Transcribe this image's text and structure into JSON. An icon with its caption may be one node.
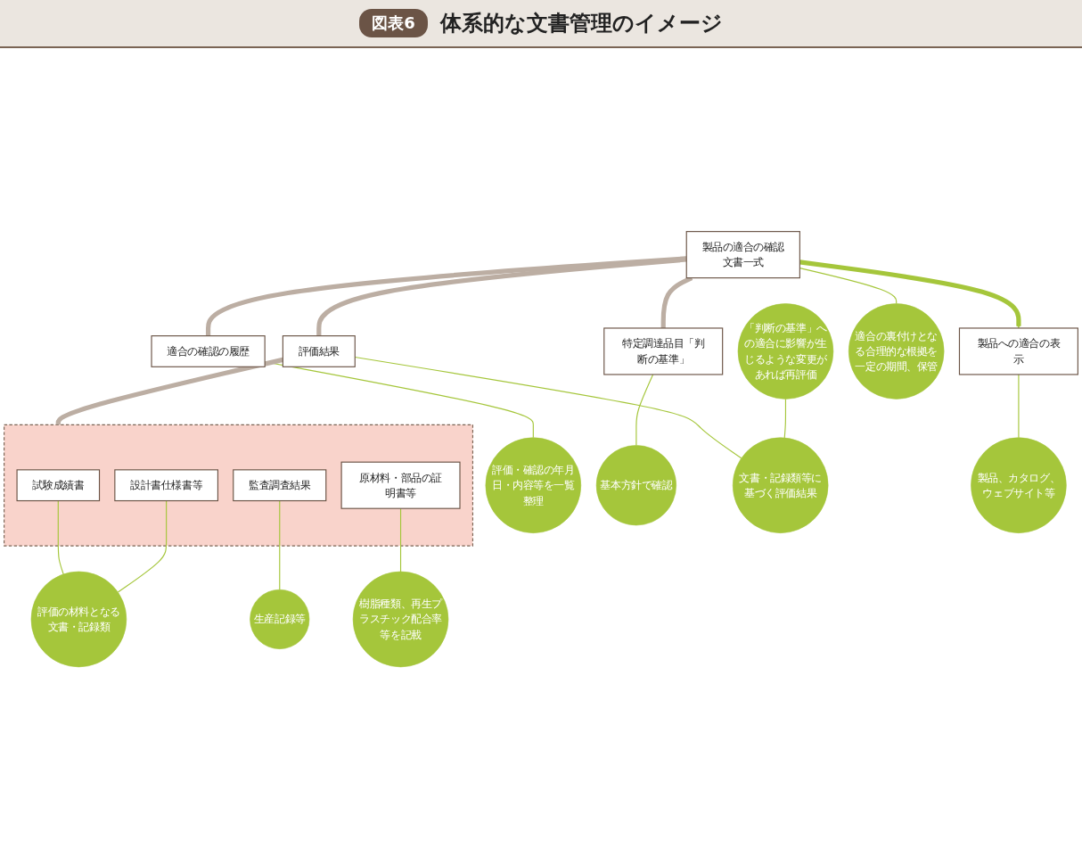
{
  "diagram": {
    "title": "体系的な文書管理のイメージ",
    "nodes": [
      {
        "text": [
          "製品の適合の確認",
          "文書一式"
        ]
      },
      {
        "text": [
          "製品への適合の表示"
        ]
      },
      {
        "text": [
          "適合の確認の履歴"
        ]
      },
      {
        "text": [
          "特定調達品目「判断の基準」"
        ]
      },
      {
        "text": [
          "評価結果"
        ]
      },
      {
        "text": [],
        "shape": "box"
      },
      {
        "text": [
          "試験成績書"
        ],
        "in": 5
      },
      {
        "text": [
          "設計書仕様書等"
        ],
        "in": 5
      },
      {
        "text": [
          "監査調査結果"
        ],
        "in": 5
      },
      {
        "text": [
          "原材料・部品の証明書等"
        ],
        "in": 5
      },
      {
        "text": [
          "評価・確認の年月日・内容等を一覧整理"
        ]
      },
      {
        "text": [
          "基本方針で確認"
        ]
      },
      {
        "text": [
          "評価の材料となる文書・記録類"
        ]
      },
      {
        "text": [
          "適合の裏付けとなる合理的な根拠を一定の期間、保管"
        ]
      },
      {
        "text": [
          "生産記録等"
        ]
      },
      {
        "text": [
          "樹脂種類、再生プラスチック配合率等を記載"
        ]
      },
      {
        "text": [
          "文書・記録類等に基づく評価結果"
        ]
      },
      {
        "text": [
          "「判断の基準」への適合に影響が生じるような変更があれば再評価"
        ]
      },
      {
        "text": [
          "製品、カタログ、ウェブサイト等"
        ]
      }
    ],
    "edges": [
      {
        "from": 0,
        "to": 2,
        "arrow": "none",
        "style": "thick",
        "color": "#bcaea3"
      },
      {
        "from": 0,
        "to": 3,
        "arrow": "none",
        "style": "thick",
        "color": "#bcaea3"
      },
      {
        "from": 0,
        "to": 4,
        "arrow": "none",
        "style": "thick",
        "color": "#bcaea3"
      },
      {
        "from": 4,
        "to": 5,
        "arrow": "none",
        "style": "thick",
        "color": "#bcaea3"
      },
      {
        "from": 0,
        "to": 1,
        "arrow": "to",
        "style": "thick",
        "color": "#a5c63b"
      },
      {
        "from": 10,
        "to": 2,
        "arrow": "none"
      },
      {
        "from": 11,
        "to": 3,
        "arrow": "none"
      },
      {
        "from": 12,
        "to": 6,
        "arrow": "none"
      },
      {
        "from": 12,
        "to": 7,
        "arrow": "none"
      },
      {
        "from": 13,
        "to": 0,
        "arrow": "none"
      },
      {
        "from": 14,
        "to": 8,
        "arrow": "none"
      },
      {
        "from": 15,
        "to": 9,
        "arrow": "none"
      },
      {
        "from": 16,
        "to": 4,
        "arrow": "none"
      },
      {
        "from": 17,
        "to": 16,
        "arrow": "none"
      },
      {
        "from": 18,
        "to": 1,
        "arrow": "none"
      }
    ],
    "labels": [
      "図表6"
    ]
  }
}
